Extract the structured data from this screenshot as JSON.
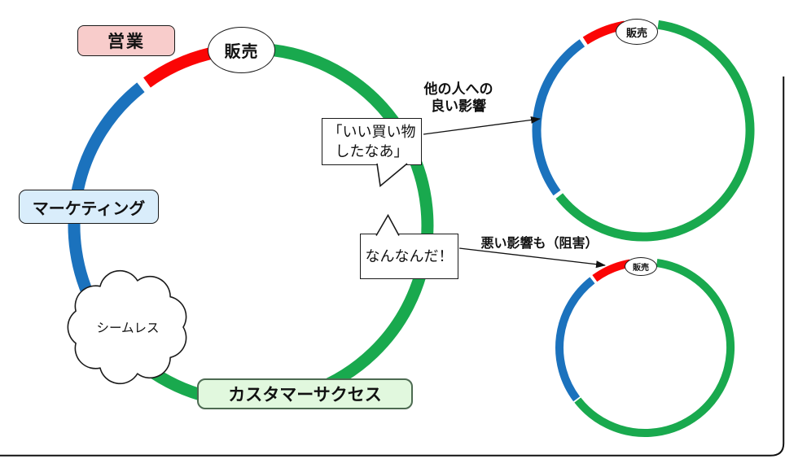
{
  "colors": {
    "red_segment": "#fb0505",
    "blue_segment": "#1b72bd",
    "green_segment": "#19a94e",
    "sales_box_fill": "#f8cccb",
    "marketing_box_fill": "#d9edfb",
    "customer_success_box_fill": "#e1f8de",
    "customer_success_box_border": "#4d6b52"
  },
  "main_cycle": {
    "sales_label": "営業",
    "selling_label": "販売",
    "marketing_label": "マーケティング",
    "customer_success_label": "カスタマーサクセス",
    "seamless_label": "シームレス"
  },
  "speech_bubbles": {
    "good_purchase": {
      "line1": "「いい買い物",
      "line2": "したなあ」"
    },
    "confused": {
      "text": "なんなんだ！"
    }
  },
  "annotations": {
    "good_influence": {
      "line1": "他の人への",
      "line2": "良い影響"
    },
    "bad_influence": {
      "text": "悪い影響も（阻害）"
    }
  },
  "mini_cycles": {
    "top": {
      "selling_label": "販売"
    },
    "bottom": {
      "selling_label": "販売"
    }
  }
}
